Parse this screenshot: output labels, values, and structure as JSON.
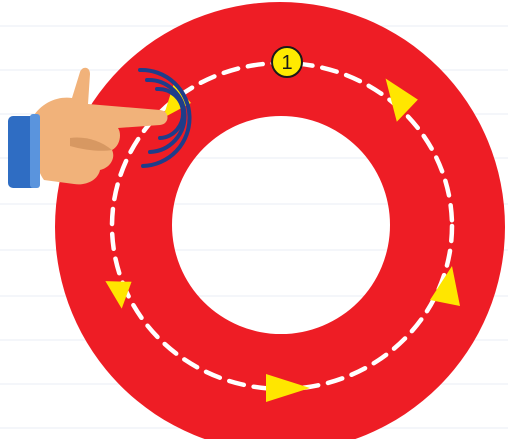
{
  "canvas": {
    "background": "#ffffff",
    "ruled_line_color": "#e9eef4"
  },
  "ring": {
    "color": "#ee1d25",
    "hole_color": "#ffffff",
    "path_color": "#ffffff",
    "path_style": "dashed"
  },
  "start_badge": {
    "label": "1",
    "fill": "#ffea00",
    "stroke": "#1a1a1a",
    "text_color": "#1a1a1a"
  },
  "arrows": {
    "color": "#ffe600",
    "direction": "clockwise",
    "names": [
      "arrow-top-right",
      "arrow-right",
      "arrow-bottom",
      "arrow-left",
      "arrow-top-left"
    ]
  },
  "tap_gesture": {
    "icon": "pointing-hand-icon",
    "waves_color": "#1f3d8a",
    "sleeve_color": "#2f6dc3",
    "skin_color": "#f1b27a"
  }
}
